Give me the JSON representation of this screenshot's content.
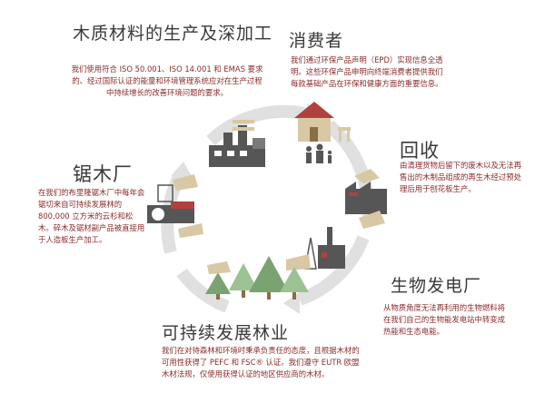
{
  "colors": {
    "ring": "#e0e0e0",
    "accent": "#b0413e",
    "dark": "#565656",
    "wood": "#d8c8a4",
    "tree": "#7aa371",
    "treeLight": "#9cc193"
  },
  "sections": {
    "wood_processing": {
      "title": "木质材料的生产及深加工",
      "desc": "我们使用符合 ISO 50.001、ISO 14.001 和 EMAS 要求的、经过国际认证的能量和环境管理系统应对在生产过程中持续增长的改善环境问题的要求。"
    },
    "consumer": {
      "title": "消费者",
      "desc": "我们通过环保产品声明（EPD）实现信息全透明。这些环保产品申明向终端消费者提供我们每款基础产品在环保和健康方面的重要信息。"
    },
    "recycling": {
      "title": "回收",
      "desc": "由清理货物后留下的废木以及无法再售出的木制品组成的再生木经过预处理后用于刨花板生产。"
    },
    "sawmill": {
      "title": "锯木厂",
      "desc": "在我们的布里隆锯木厂中每年会锯切来自可持续发展林的 800,000 立方米的云杉和松木。碎木及锯材副产品被直接用于人造板生产加工。"
    },
    "biomass": {
      "title": "生物发电厂",
      "desc": "从物质角度无法再利用的生物燃料将在我们自己的生物能发电站中转变成热能和生态电能。"
    },
    "forestry": {
      "title": "可持续发展林业",
      "desc": "我们在对待森林和环境时秉承负责任的态度，且根据木材的可用性获得了 PEFC 和 FSC® 认证。我们遵守 EUTR 欧盟木材法规，仅使用获得认证的地区供应商的木材。"
    }
  }
}
